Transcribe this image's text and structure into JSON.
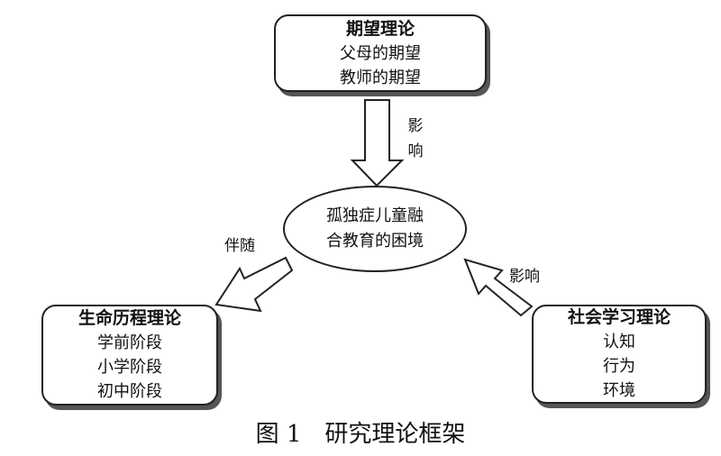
{
  "diagram": {
    "expectation_theory": {
      "title": "期望理论",
      "items": [
        "父母的期望",
        "教师的期望"
      ]
    },
    "center": {
      "lines": [
        "孤独症儿童融",
        "合教育的困境"
      ]
    },
    "life_course_theory": {
      "title": "生命历程理论",
      "items": [
        "学前阶段",
        "小学阶段",
        "初中阶段"
      ]
    },
    "social_learning_theory": {
      "title": "社会学习理论",
      "items": [
        "认知",
        "行为",
        "环境"
      ]
    },
    "arrow_labels": {
      "top_char_1": "影",
      "top_char_2": "响",
      "left": "伴随",
      "right": "影响"
    }
  },
  "caption": {
    "figure_number": "图 1",
    "title": "研究理论框架"
  }
}
